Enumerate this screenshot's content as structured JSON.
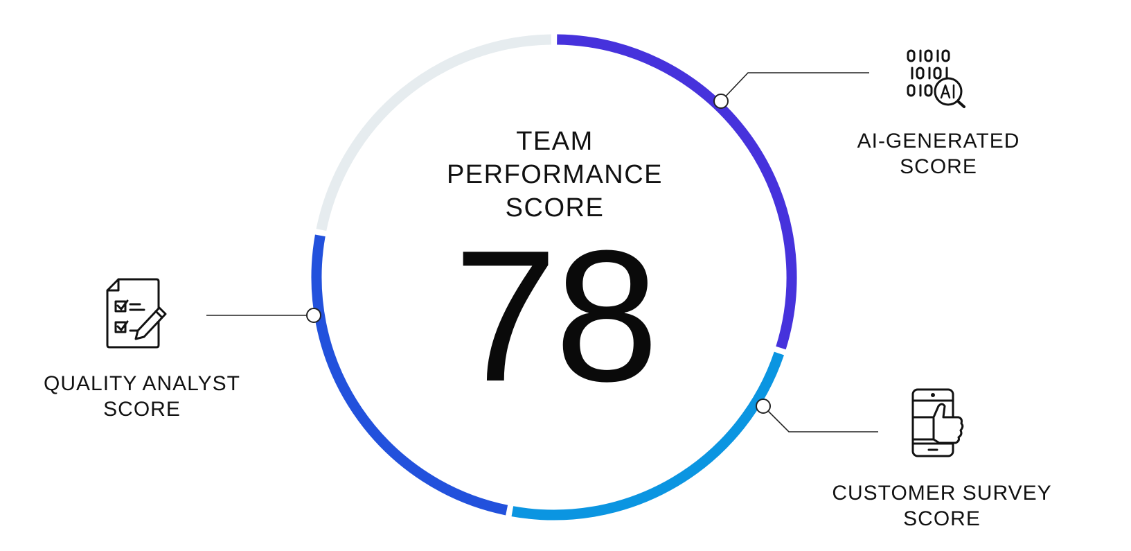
{
  "center": {
    "title_lines": [
      "TEAM",
      "PERFORMANCE",
      "SCORE"
    ],
    "score": "78"
  },
  "components": {
    "ai": {
      "label_lines": [
        "AI-GENERATED",
        "SCORE"
      ],
      "icon": "binary-ai-magnifier-icon"
    },
    "customer_survey": {
      "label_lines": [
        "CUSTOMER SURVEY",
        "SCORE"
      ],
      "icon": "phone-thumbs-up-icon"
    },
    "quality_analyst": {
      "label_lines": [
        "QUALITY ANALYST",
        "SCORE"
      ],
      "icon": "checklist-pencil-icon"
    }
  },
  "ring": {
    "segments": [
      {
        "name": "ai-generated",
        "color": "#4632dc",
        "share": 0.3
      },
      {
        "name": "customer-survey",
        "color": "#0b95e1",
        "share": 0.23
      },
      {
        "name": "quality-analyst",
        "color": "#2251dc",
        "share": 0.25
      },
      {
        "name": "remainder",
        "color": "#e6ecef",
        "share": 0.22
      }
    ]
  }
}
